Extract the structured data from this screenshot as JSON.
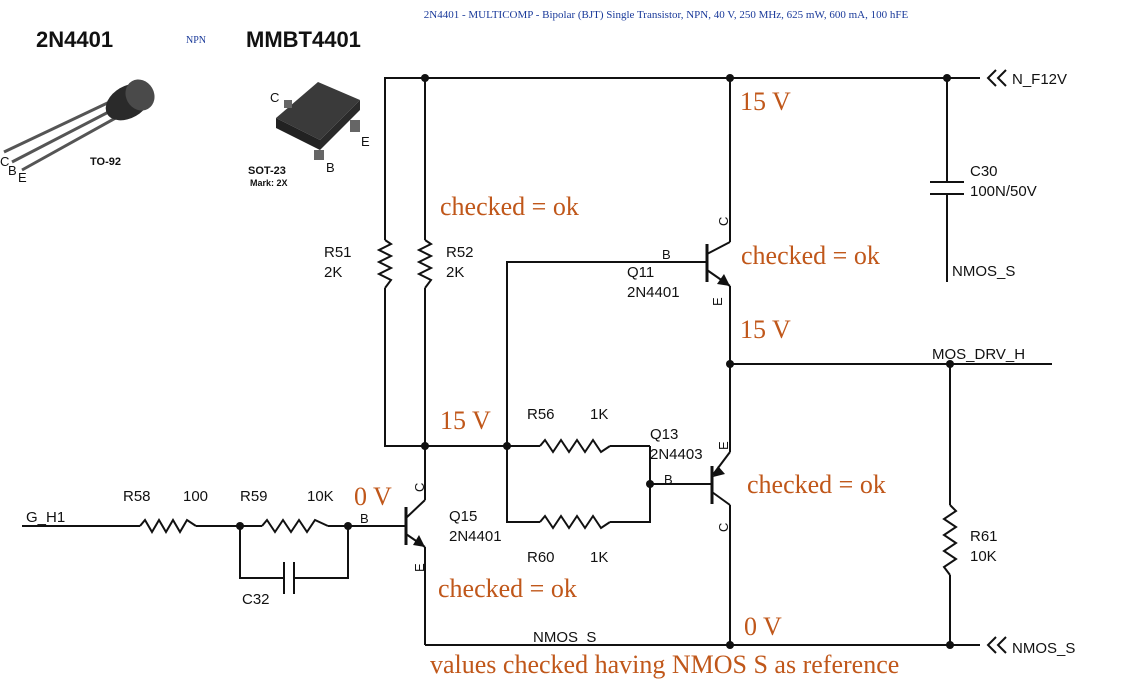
{
  "header": {
    "description": "2N4401 - MULTICOMP - Bipolar (BJT) Single Transistor, NPN, 40 V, 250 MHz, 625 mW, 600 mA, 100 hFE",
    "part_left": "2N4401",
    "polarity": "NPN",
    "part_right": "MMBT4401"
  },
  "packages": {
    "to92": {
      "label": "TO-92",
      "pins": [
        "C",
        "B",
        "E"
      ]
    },
    "sot23": {
      "label": "SOT-23",
      "mark": "Mark: 2X",
      "pins": [
        "C",
        "B",
        "E"
      ]
    }
  },
  "nets": {
    "supply": "N_F12V",
    "mos_drv": "MOS_DRV_H",
    "ref": "NMOS_S",
    "ref_mid": "NMOS_S",
    "cap_ref": "NMOS_S",
    "gate_in": "G_H1"
  },
  "components": {
    "r51": {
      "ref": "R51",
      "value": "2K"
    },
    "r52": {
      "ref": "R52",
      "value": "2K"
    },
    "r56": {
      "ref": "R56",
      "value": "1K"
    },
    "r60": {
      "ref": "R60",
      "value": "1K"
    },
    "r58": {
      "ref": "R58",
      "value": "100"
    },
    "r59": {
      "ref": "R59",
      "value": "10K"
    },
    "r61": {
      "ref": "R61",
      "value": "10K"
    },
    "c30": {
      "ref": "C30",
      "value": "100N/50V"
    },
    "c32": {
      "ref": "C32"
    },
    "q11": {
      "ref": "Q11",
      "part": "2N4401",
      "pins": {
        "b": "B",
        "c": "C",
        "e": "E"
      }
    },
    "q13": {
      "ref": "Q13",
      "part": "2N4403",
      "pins": {
        "b": "B",
        "e": "E",
        "c": "C"
      }
    },
    "q15": {
      "ref": "Q15",
      "part": "2N4401",
      "pins": {
        "b": "B",
        "c": "C",
        "e": "E"
      }
    }
  },
  "annotations": {
    "v_top": "15 V",
    "v_q11_e": "15 V",
    "v_r56": "15 V",
    "v_base": "0 V",
    "v_bottom": "0 V",
    "check_r52": "checked = ok",
    "check_q11": "checked = ok",
    "check_q13": "checked = ok",
    "check_q15": "checked = ok",
    "footer": "values checked having NMOS  S as reference"
  },
  "colors": {
    "note": "#c0571a",
    "header": "#1a3a9a",
    "wire": "#111111"
  }
}
